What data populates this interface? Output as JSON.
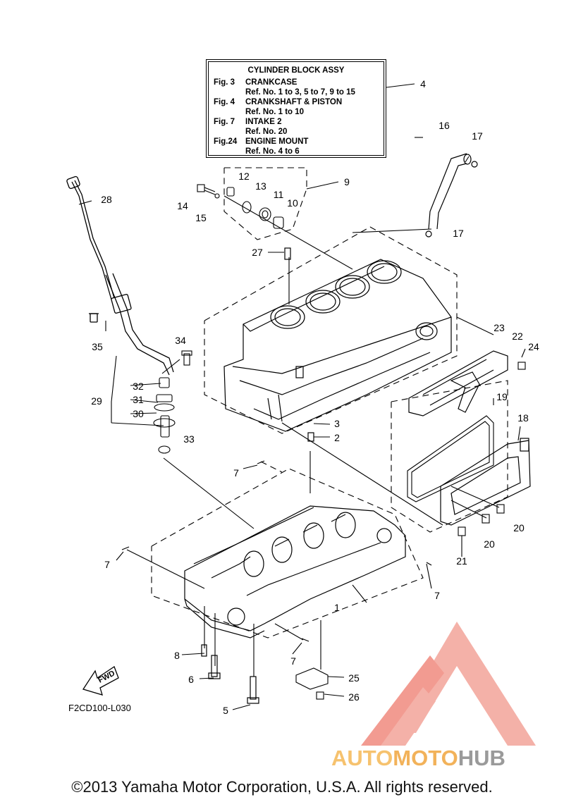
{
  "reference_box": {
    "title": "CYLINDER BLOCK ASSY",
    "entries": [
      {
        "fig": "Fig.  3",
        "name": "CRANKCASE",
        "ref": "Ref. No. 1 to 3, 5 to 7, 9 to 15"
      },
      {
        "fig": "Fig.  4",
        "name": "CRANKSHAFT & PISTON",
        "ref": "Ref. No. 1 to 10"
      },
      {
        "fig": "Fig.  7",
        "name": "INTAKE 2",
        "ref": "Ref. No. 20"
      },
      {
        "fig": "Fig.24",
        "name": "ENGINE MOUNT",
        "ref": "Ref. No. 4 to 6"
      }
    ]
  },
  "callouts": {
    "c1": "1",
    "c2": "2",
    "c3": "3",
    "c4": "4",
    "c5": "5",
    "c6": "6",
    "c7a": "7",
    "c7b": "7",
    "c7c": "7",
    "c7d": "7",
    "c8": "8",
    "c9": "9",
    "c10": "10",
    "c11": "11",
    "c12": "12",
    "c13": "13",
    "c14": "14",
    "c15": "15",
    "c16": "16",
    "c17a": "17",
    "c17b": "17",
    "c18": "18",
    "c19": "19",
    "c20a": "20",
    "c20b": "20",
    "c21": "21",
    "c22": "22",
    "c23": "23",
    "c24": "24",
    "c25": "25",
    "c26": "26",
    "c27": "27",
    "c28": "28",
    "c29": "29",
    "c30": "30",
    "c31": "31",
    "c32": "32",
    "c33": "33",
    "c34": "34",
    "c35": "35"
  },
  "fwd_label": "FWD",
  "figure_code": "F2CD100-L030",
  "watermark": {
    "part1": "AUTO",
    "part2": "MOTO",
    "part3": "HUB",
    "color_main": "#f08a7e",
    "color_light": "#f6c26e",
    "color_gray": "#9a9a9a"
  },
  "copyright": "©2013 Yamaha Motor Corporation, U.S.A. All rights reserved."
}
